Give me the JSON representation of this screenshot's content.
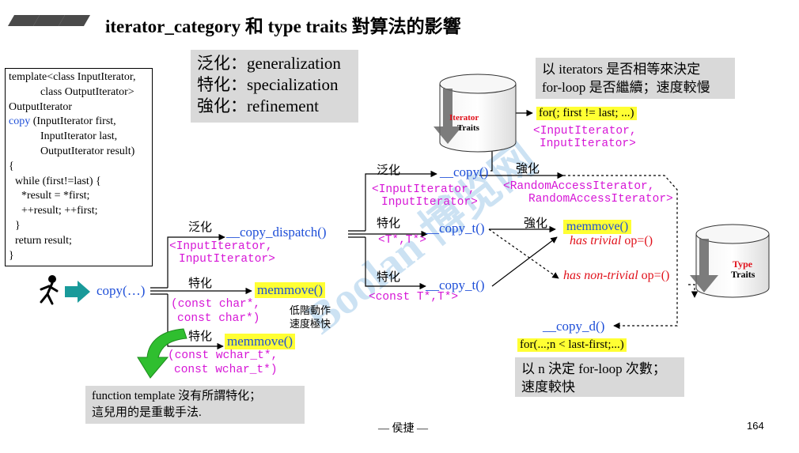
{
  "header": {
    "title": "iterator_category 和 type traits 對算法的影響"
  },
  "code_box": {
    "lines": [
      "template<class InputIterator,",
      "class OutputIterator>",
      "OutputIterator",
      "copy",
      " (InputIterator first,",
      "InputIterator last,",
      "OutputIterator result)",
      "{",
      "while (first!=last) {",
      "*result = *first;",
      "++result; ++first;",
      "}",
      "return result;",
      "}"
    ]
  },
  "legend": {
    "line1": "泛化：generalization",
    "line2": "特化：specialization",
    "line3": "強化：refinement"
  },
  "notes": {
    "top_right_1": "以 iterators 是否相等來決定",
    "top_right_2": "for-loop 是否繼續；速度較慢",
    "for_first_last": "for(; first != last; ...)",
    "input_iter_1": "<InputIterator,",
    "input_iter_2": "InputIterator>",
    "bottom_right_1": "以 n 決定 for-loop 次數；",
    "bottom_right_2": "速度較快",
    "for_n": "for(...;n < last-first;...)",
    "func_template_1": "function template 沒有所謂特化；",
    "func_template_2": "這兒用的是重載手法."
  },
  "cylinders": {
    "iterator_traits": [
      "Iterator",
      "Traits"
    ],
    "type_traits": [
      "Type",
      "Traits"
    ]
  },
  "diagram": {
    "copy_call": "copy(…)",
    "general_1": "泛化",
    "general_2": "泛化",
    "special_1": "特化",
    "special_2": "特化",
    "special_3": "特化",
    "special_4": "特化",
    "refine_1": "強化",
    "refine_2": "強化",
    "copy_dispatch": "__copy_dispatch()",
    "dispatch_args_1": "<InputIterator,",
    "dispatch_args_2": "InputIterator>",
    "memmove_1": "memmove()",
    "char_args_1": "(const char*,",
    "char_args_2": "const char*)",
    "low_level_1": "低階動作",
    "low_level_2": "速度極快",
    "memmove_2": "memmove()",
    "wchar_args_1": "(const wchar_t*,",
    "wchar_args_2": "const wchar_t*)",
    "copy_inner": "__copy()",
    "copy_inner_args_1": "<InputIterator,",
    "copy_inner_args_2": "InputIterator>",
    "copy_t_1": "__copy_t()",
    "copy_t_1_args": "<T*,T*>",
    "copy_t_2": "__copy_t()",
    "copy_t_2_args": "<const T*,T*>",
    "random_access_1": "<RandomAccessIterator,",
    "random_access_2": "RandomAccessIterator>",
    "memmove_3": "memmove()",
    "has_trivial_a": "has trivial",
    "has_trivial_b": " op=()",
    "has_non_trivial_a": "has non-trivial",
    "has_non_trivial_b": " op=()",
    "copy_d": "__copy_d()"
  },
  "watermark": "Boolan 博览网",
  "footer": {
    "author": "— 侯捷 —",
    "page": "164"
  },
  "colors": {
    "magenta": "#d616d6",
    "blue": "#1d4ed8",
    "red": "#e0101a",
    "highlight": "#ffff33",
    "note_bg": "#d9d9d9",
    "teal_arrow": "#199a9a",
    "green_arrow": "#2fbf2f"
  }
}
